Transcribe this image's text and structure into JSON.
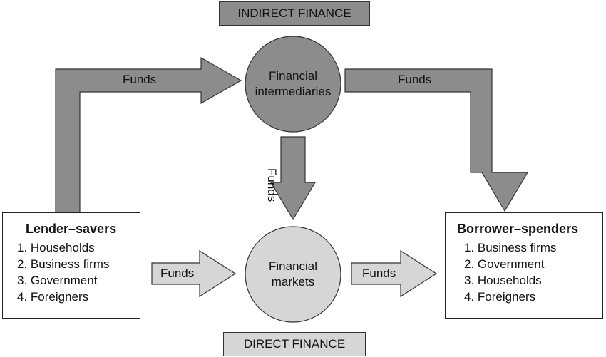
{
  "banners": {
    "indirect": "INDIRECT FINANCE",
    "direct": "DIRECT FINANCE"
  },
  "intermediaries": {
    "line1": "Financial",
    "line2": "intermediaries"
  },
  "markets": {
    "line1": "Financial",
    "line2": "markets"
  },
  "lender": {
    "title": "Lender–savers",
    "items": [
      "1. Households",
      "2. Business firms",
      "3. Government",
      "4. Foreigners"
    ]
  },
  "borrower": {
    "title": "Borrower–spenders",
    "items": [
      "1. Business firms",
      "2. Government",
      "3. Households",
      "4. Foreigners"
    ]
  },
  "arrows": {
    "lender_to_intermediaries": "Funds",
    "intermediaries_to_borrower": "Funds",
    "intermediaries_to_markets": "Funds",
    "lender_to_markets": "Funds",
    "markets_to_borrower": "Funds"
  },
  "colors": {
    "dark_fill": "#8c8c8c",
    "light_fill": "#d6d6d6",
    "stroke": "#333333"
  }
}
